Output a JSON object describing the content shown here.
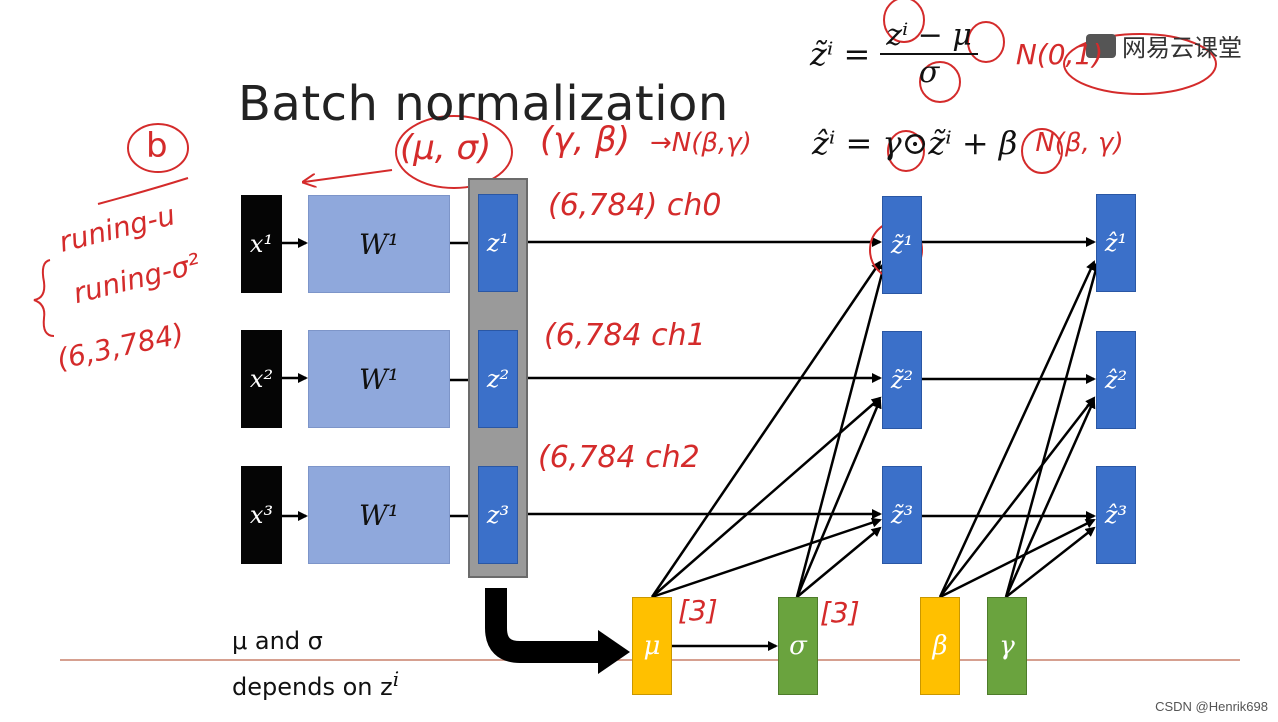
{
  "title": "Batch normalization",
  "logo_text": "网易云课堂",
  "watermark": "CSDN @Henrik698",
  "inputs": [
    "x¹",
    "x²",
    "x³"
  ],
  "weight_label": "W¹",
  "z_labels": [
    "z¹",
    "z²",
    "z³"
  ],
  "ztilde_labels": [
    "z̃¹",
    "z̃²",
    "z̃³"
  ],
  "zhat_labels": [
    "ẑ¹",
    "ẑ²",
    "ẑ³"
  ],
  "mu_label": "μ",
  "sigma_label": "σ",
  "beta_label": "β",
  "gamma_label": "γ",
  "note_line1": "μ and σ",
  "note_line2": "depends on z",
  "note_sup": "i",
  "formula1": {
    "lhs": "z̃ⁱ =",
    "num": "zⁱ − μ",
    "den": "σ",
    "tail": "N(0,1)"
  },
  "formula2": {
    "text": "ẑⁱ = γ⊙z̃ⁱ + β",
    "tail": "N(β, γ)"
  },
  "handwritten": {
    "b": "b",
    "mu_sigma": "(μ, σ)",
    "gamma_beta": "(γ, β)",
    "to_n": "→N(β,γ)",
    "ch0": "(6,784) ch0",
    "ch1": "(6,784 ch1",
    "ch2": "(6,784 ch2",
    "running_u": "runing-u",
    "running_sigma": "runing-σ²",
    "shape": "(6,3,784)",
    "bracket3a": "[3]",
    "bracket3b": "[3]"
  }
}
